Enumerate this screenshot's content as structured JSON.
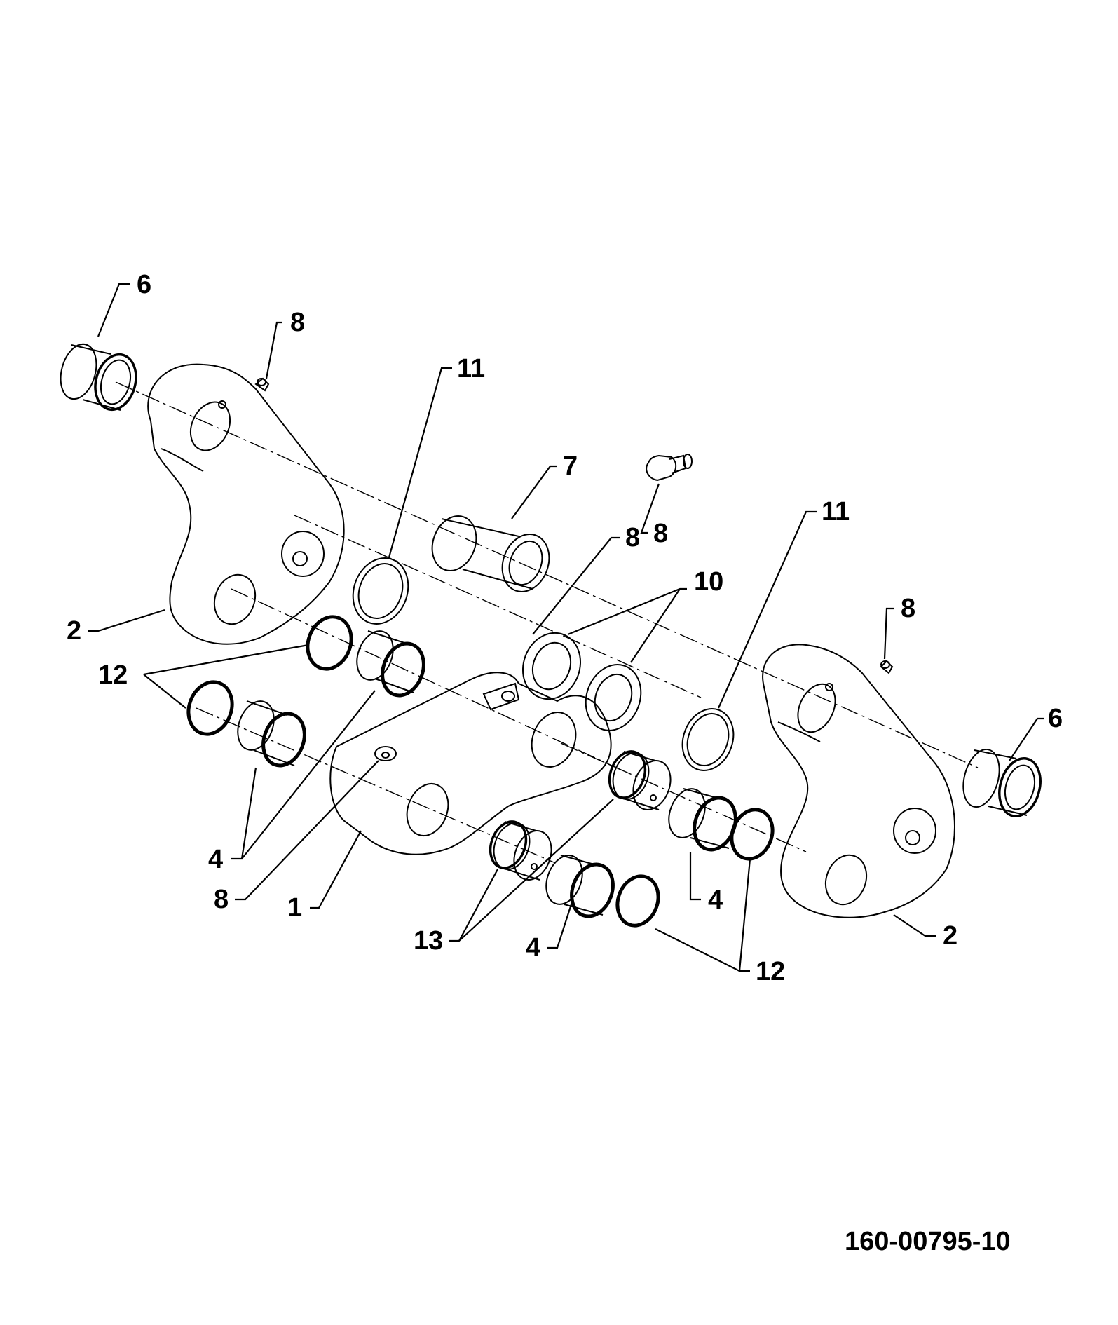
{
  "drawing_number": "160-00795-10",
  "callouts": [
    {
      "id": "c6a",
      "text": "6"
    },
    {
      "id": "c8a",
      "text": "8"
    },
    {
      "id": "c11a",
      "text": "11"
    },
    {
      "id": "c7",
      "text": "7"
    },
    {
      "id": "c8b",
      "text": "8"
    },
    {
      "id": "c8c",
      "text": "8"
    },
    {
      "id": "c11b",
      "text": "11"
    },
    {
      "id": "c10",
      "text": "10"
    },
    {
      "id": "c8d",
      "text": "8"
    },
    {
      "id": "c6b",
      "text": "6"
    },
    {
      "id": "c2a",
      "text": "2"
    },
    {
      "id": "c12a",
      "text": "12"
    },
    {
      "id": "c4a",
      "text": "4"
    },
    {
      "id": "c8e",
      "text": "8"
    },
    {
      "id": "c1",
      "text": "1"
    },
    {
      "id": "c13",
      "text": "13"
    },
    {
      "id": "c4b",
      "text": "4"
    },
    {
      "id": "c4c",
      "text": "4"
    },
    {
      "id": "c12b",
      "text": "12"
    },
    {
      "id": "c2b",
      "text": "2"
    }
  ]
}
